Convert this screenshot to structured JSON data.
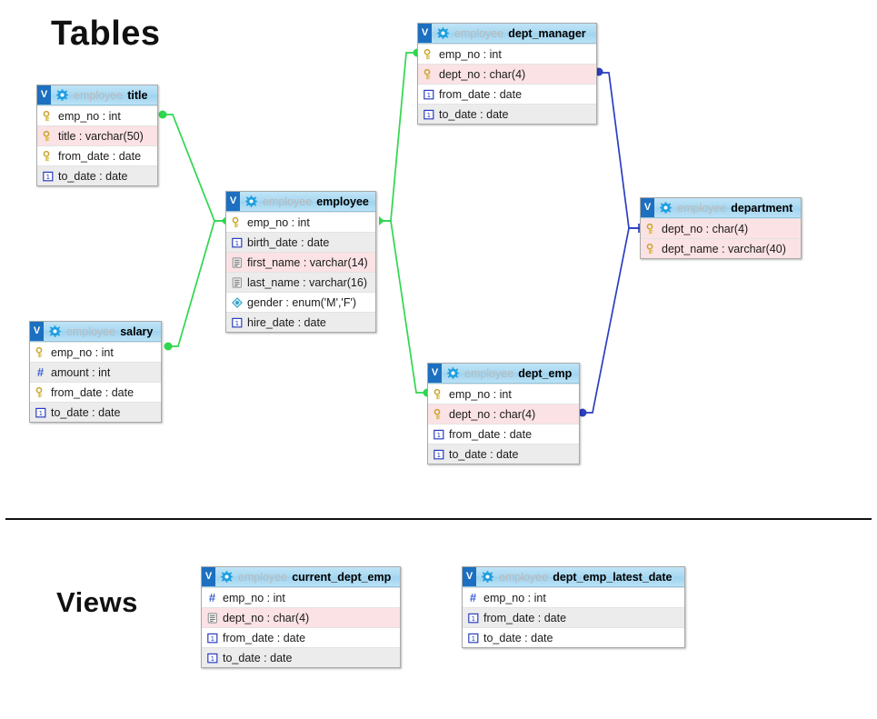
{
  "sections": {
    "tables_title": "Tables",
    "views_title": "Views"
  },
  "schema": "employee",
  "entities": [
    {
      "id": "title",
      "name": "title",
      "schema": "employee",
      "badge": "V",
      "columns": [
        {
          "icon": "key-icon",
          "label": "emp_no : int",
          "bg": "white"
        },
        {
          "icon": "key-icon",
          "label": "title : varchar(50)",
          "bg": "pink"
        },
        {
          "icon": "key-icon",
          "label": "from_date : date",
          "bg": "white"
        },
        {
          "icon": "date-icon",
          "label": "to_date : date",
          "bg": "grey"
        }
      ]
    },
    {
      "id": "salary",
      "name": "salary",
      "schema": "employee",
      "badge": "V",
      "columns": [
        {
          "icon": "key-icon",
          "label": "emp_no : int",
          "bg": "white"
        },
        {
          "icon": "numeric-icon",
          "label": "amount : int",
          "bg": "grey"
        },
        {
          "icon": "key-icon",
          "label": "from_date : date",
          "bg": "white"
        },
        {
          "icon": "date-icon",
          "label": "to_date : date",
          "bg": "grey"
        }
      ]
    },
    {
      "id": "employee",
      "name": "employee",
      "schema": "employee",
      "badge": "V",
      "columns": [
        {
          "icon": "key-icon",
          "label": "emp_no : int",
          "bg": "white"
        },
        {
          "icon": "date-icon",
          "label": "birth_date : date",
          "bg": "grey"
        },
        {
          "icon": "text-icon",
          "label": "first_name : varchar(14)",
          "bg": "pink"
        },
        {
          "icon": "text-icon",
          "label": "last_name : varchar(16)",
          "bg": "grey"
        },
        {
          "icon": "enum-icon",
          "label": "gender : enum('M','F')",
          "bg": "white"
        },
        {
          "icon": "date-icon",
          "label": "hire_date : date",
          "bg": "grey"
        }
      ]
    },
    {
      "id": "dept_manager",
      "name": "dept_manager",
      "schema": "employee",
      "badge": "V",
      "columns": [
        {
          "icon": "key-icon",
          "label": "emp_no : int",
          "bg": "white"
        },
        {
          "icon": "key-icon",
          "label": "dept_no : char(4)",
          "bg": "pink"
        },
        {
          "icon": "date-icon",
          "label": "from_date : date",
          "bg": "white"
        },
        {
          "icon": "date-icon",
          "label": "to_date : date",
          "bg": "grey"
        }
      ]
    },
    {
      "id": "dept_emp",
      "name": "dept_emp",
      "schema": "employee",
      "badge": "V",
      "columns": [
        {
          "icon": "key-icon",
          "label": "emp_no : int",
          "bg": "white"
        },
        {
          "icon": "key-icon",
          "label": "dept_no : char(4)",
          "bg": "pink"
        },
        {
          "icon": "date-icon",
          "label": "from_date : date",
          "bg": "white"
        },
        {
          "icon": "date-icon",
          "label": "to_date : date",
          "bg": "grey"
        }
      ]
    },
    {
      "id": "department",
      "name": "department",
      "schema": "employee",
      "badge": "V",
      "columns": [
        {
          "icon": "key-icon",
          "label": "dept_no : char(4)",
          "bg": "pink"
        },
        {
          "icon": "key-icon",
          "label": "dept_name : varchar(40)",
          "bg": "pink"
        }
      ]
    },
    {
      "id": "current_dept_emp",
      "name": "current_dept_emp",
      "schema": "employee",
      "badge": "V",
      "columns": [
        {
          "icon": "numeric-icon",
          "label": "emp_no : int",
          "bg": "white"
        },
        {
          "icon": "text-icon",
          "label": "dept_no : char(4)",
          "bg": "pink"
        },
        {
          "icon": "date-icon",
          "label": "from_date : date",
          "bg": "white"
        },
        {
          "icon": "date-icon",
          "label": "to_date : date",
          "bg": "grey"
        }
      ]
    },
    {
      "id": "dept_emp_latest_date",
      "name": "dept_emp_latest_date",
      "schema": "employee",
      "badge": "V",
      "columns": [
        {
          "icon": "numeric-icon",
          "label": "emp_no : int",
          "bg": "white"
        },
        {
          "icon": "date-icon",
          "label": "from_date : date",
          "bg": "grey"
        },
        {
          "icon": "date-icon",
          "label": "to_date : date",
          "bg": "white"
        }
      ]
    }
  ],
  "colors": {
    "relation_green": "#2fd74f",
    "relation_blue": "#2b3fbf",
    "header_blue": "#a9d9f2",
    "badge_blue": "#1d6fc0",
    "gear_blue": "#1e9ee0",
    "key_gold": "#d6b43c",
    "pink_row": "#fbe2e4",
    "grey_row": "#ececec"
  }
}
